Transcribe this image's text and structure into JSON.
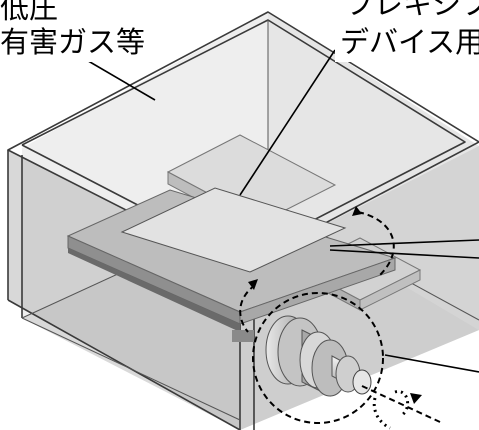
{
  "labels": {
    "low_pressure_line1": "低圧",
    "low_pressure_line2": "有害ガス等",
    "flexible_line1": "フレキシブ",
    "flexible_line2": "デバイス用"
  }
}
